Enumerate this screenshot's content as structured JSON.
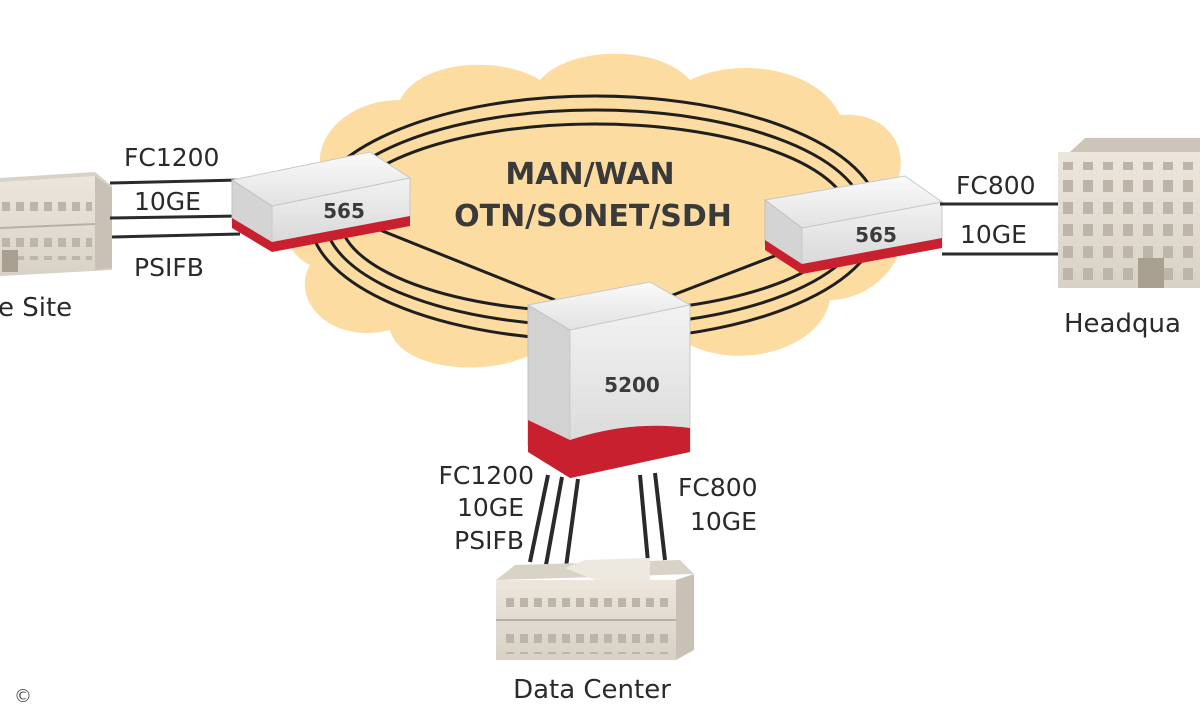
{
  "network": {
    "title_line1": "MAN/WAN",
    "title_line2": "OTN/SONET/SDH",
    "cloud_color": "#fcdca0"
  },
  "devices": {
    "left": {
      "model": "565"
    },
    "right": {
      "model": "565"
    },
    "center": {
      "model": "5200"
    },
    "accent_color": "#c8202e"
  },
  "sites": {
    "left": {
      "label": "e Site"
    },
    "right": {
      "label": "Headqua"
    },
    "bottom": {
      "label": "Data Center"
    }
  },
  "links": {
    "left": [
      "FC1200",
      "10GE",
      "PSIFB"
    ],
    "right": [
      "FC800",
      "10GE"
    ],
    "bottom_left": [
      "FC1200",
      "10GE",
      "PSIFB"
    ],
    "bottom_right": [
      "FC800",
      "10GE"
    ]
  },
  "footer": {
    "copyright_symbol": "©"
  }
}
